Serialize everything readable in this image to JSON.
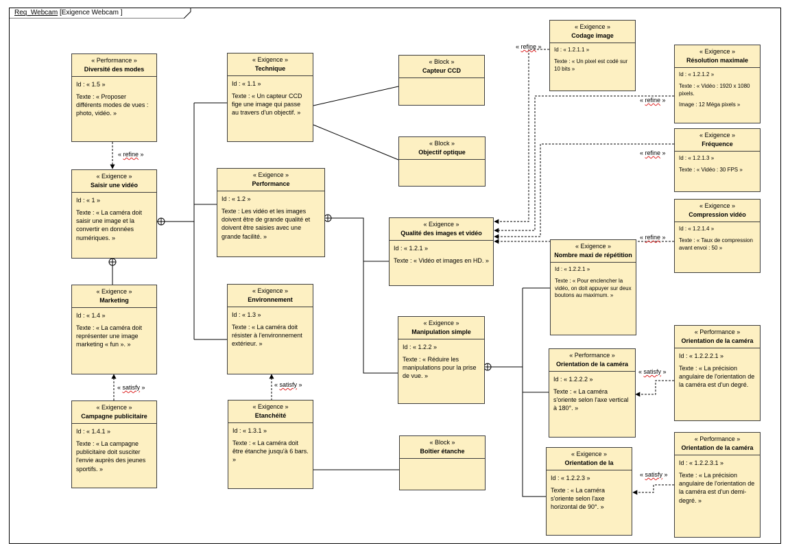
{
  "diagram": {
    "tab_prefix": "Req_Webcam",
    "tab_title": "[Exigence Webcam ]"
  },
  "stereotypes": {
    "performance": "« Performance »",
    "exigence": "« Exigence »",
    "block": "« Block »"
  },
  "relations": {
    "refine": "« refine »",
    "satisfy": "« satisfy »"
  },
  "elements": {
    "diversite": {
      "name": "Diversité des modes",
      "id": "Id : « 1.5 »",
      "text": "Texte : « Proposer différents modes de vues : photo, vidéo. »"
    },
    "saisir": {
      "name": "Saisir une vidéo",
      "id": "Id : « 1 »",
      "text": "Texte : « La caméra doit saisir une image et la convertir en données numériques. »"
    },
    "marketing": {
      "name": "Marketing",
      "id": "Id : « 1.4 »",
      "text": "Texte : « La caméra doit représenter une image marketing « fun ». »"
    },
    "campagne": {
      "name": "Campagne publicitaire",
      "id": "Id : « 1.4.1 »",
      "text": "Texte : « La campagne publicitaire doit susciter l'envie auprès des jeunes sportifs. »"
    },
    "technique": {
      "name": "Technique",
      "id": "Id : « 1.1 »",
      "text": "Texte : « Un capteur CCD fige une image qui passe au travers d'un objectif. »"
    },
    "performance": {
      "name": "Performance",
      "id": "Id : « 1.2 »",
      "text": "Texte : Les vidéo et les images doivent être de grande qualité et doivent être saisies avec une grande facilité. »"
    },
    "environnement": {
      "name": "Environnement",
      "id": "Id : « 1.3 »",
      "text": "Texte : « La caméra doit résister à l'environnement extérieur. »"
    },
    "etancheite": {
      "name": "Etanchéité",
      "id": "Id : « 1.3.1 »",
      "text": "Texte : « La caméra doit être étanche jusqu'à 6 bars. »"
    },
    "capteur": {
      "name": "Capteur CCD"
    },
    "objectif": {
      "name": "Objectif optique"
    },
    "boitier": {
      "name": "Boîtier étanche"
    },
    "qualite": {
      "name": "Qualité des images et vidéo",
      "id": "Id : « 1.2.1 »",
      "text": "Texte : « Vidéo et images en HD. »"
    },
    "manipulation": {
      "name": "Manipulation simple",
      "id": "Id : « 1.2.2 »",
      "text": "Texte : « Réduire les manipulations pour la prise de vue. »"
    },
    "codage": {
      "name": "Codage image",
      "id": "Id : « 1.2.1.1 »",
      "text": "Texte : « Un pixel est codé sur 10 bits »"
    },
    "resolution": {
      "name": "Résolution maximale",
      "id": "Id : « 1.2.1.2 »",
      "text": "Texte : « Vidéo : 1920 x 1080 pixels.",
      "text2": "Image : 12 Méga pixels »"
    },
    "frequence": {
      "name": "Fréquence",
      "id": "Id : « 1.2.1.3 »",
      "text": "Texte : « Vidéo : 30 FPS »"
    },
    "compression": {
      "name": "Compression vidéo",
      "id": "Id : « 1.2.1.4 »",
      "text": "Texte : « Taux de compression avant envoi : 50 »"
    },
    "nombre": {
      "name": "Nombre maxi de répétition",
      "id": "Id : « 1.2.2.1 »",
      "text": "Texte : « Pour enclencher la vidéo, on doit appuyer sur deux boutons au maximum. »"
    },
    "orient_ex": {
      "name": "Orientation de la caméra",
      "id": "Id : « 1.2.2.2 »",
      "text": "Texte : « La caméra s'oriente selon l'axe vertical à 180°. »"
    },
    "orient_perf1": {
      "name": "Orientation de la caméra",
      "id": "Id : « 1.2.2.2.1 »",
      "text": "Texte : « La précision angulaire de l'orientation de la caméra est d'un degré."
    },
    "orient_la": {
      "name": "Orientation de la",
      "id": "Id : « 1.2.2.3 »",
      "text": "Texte : « La caméra s'oriente selon l'axe horizontal de 90°. »"
    },
    "orient_perf2": {
      "name": "Orientation de la caméra",
      "id": "Id : « 1.2.2.3.1 »",
      "text": "Texte : « La précision angulaire de l'orientation de la caméra est d'un demi-degré. »"
    }
  }
}
